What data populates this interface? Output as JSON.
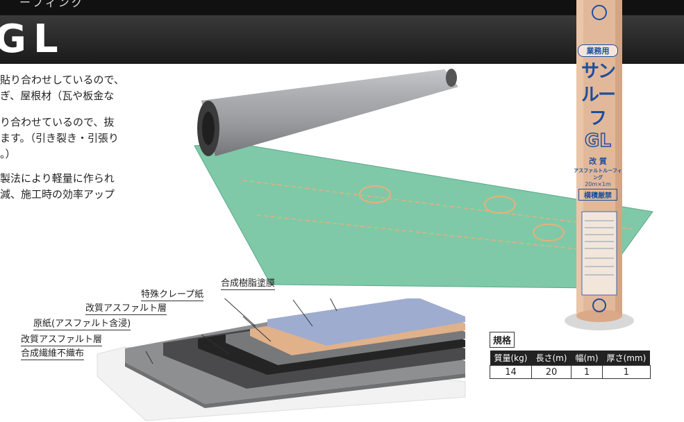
{
  "header": {
    "subtitle": "ーフィング",
    "title": "GL"
  },
  "features": [
    "貼り合わせしているので、",
    "ぎ、屋根材（瓦や板金な",
    "り合わせているので、抜",
    "ます。（引き裂き・引張り",
    "。）",
    "製法により軽量に作られ",
    "減、施工時の効率アップ"
  ],
  "layers": [
    "合成樹脂塗膜",
    "特殊クレープ紙",
    "改質アスファルト層",
    "原紙(アスファルト含浸)",
    "改質アスファルト層",
    "合成繊維不織布"
  ],
  "roll": {
    "badge": "業務用",
    "name_line1": "サン",
    "name_line2": "ルー",
    "name_line3": "フ",
    "grade": "GL",
    "kind": "改 質",
    "desc": "アスファルトルーフィング",
    "size": "20m×1m",
    "warning": "横積厳禁"
  },
  "spec": {
    "title": "規格",
    "headers": [
      "質量(kg)",
      "長さ(m)",
      "幅(m)",
      "厚さ(mm)"
    ],
    "values": [
      "14",
      "20",
      "1",
      "1"
    ]
  },
  "colors": {
    "membrane": "#7fc9a8",
    "roll_tube": "#e2b89a",
    "roll_text": "#1d4f9c"
  }
}
